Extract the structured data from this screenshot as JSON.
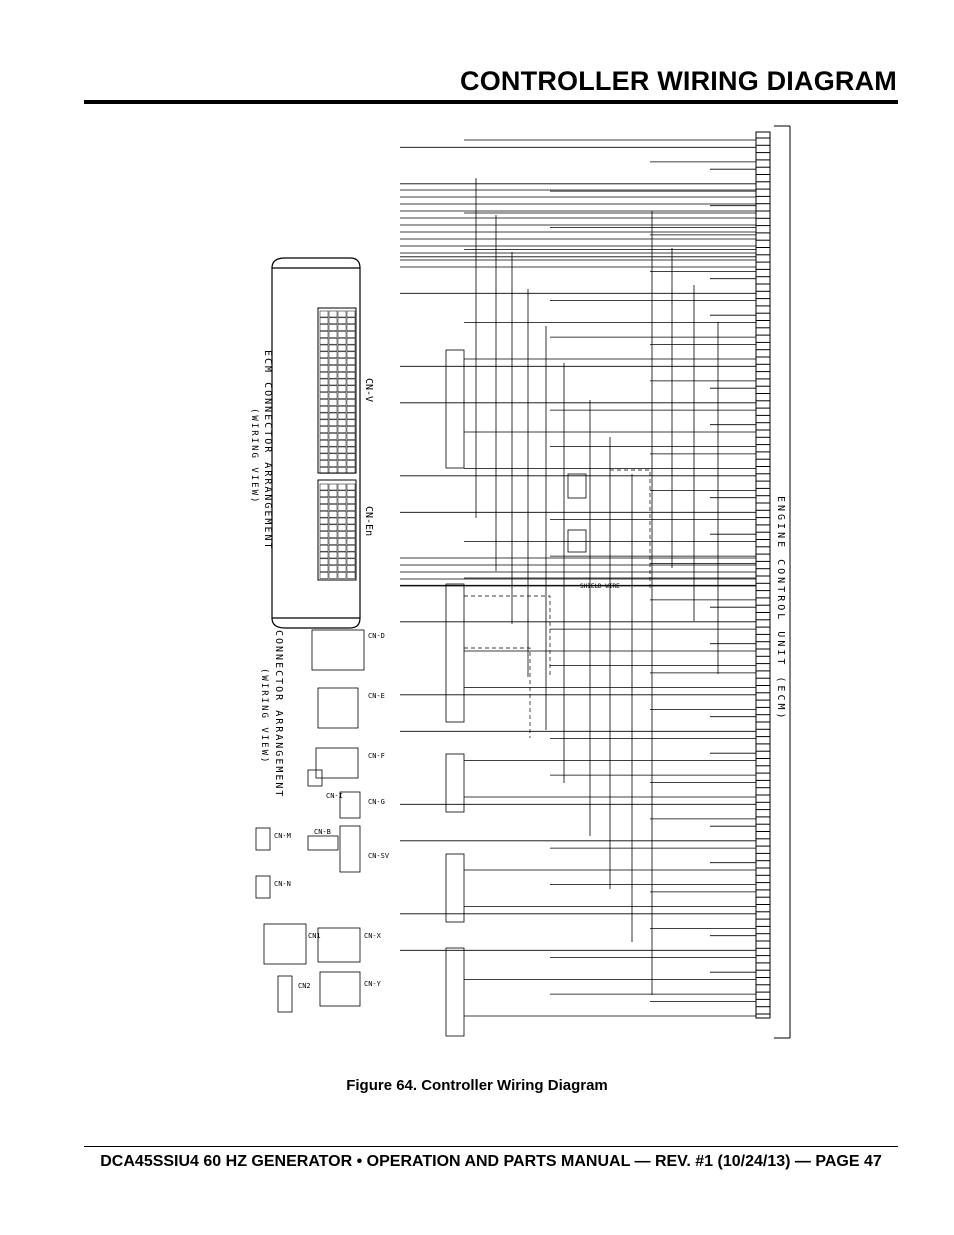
{
  "header": {
    "title": "CONTROLLER WIRING DIAGRAM"
  },
  "figure": {
    "caption": "Figure 64. Controller Wiring Diagram",
    "labels": {
      "ecm_title": "ENGINE CONTROL UNIT (ECM)",
      "ecm_connector_arrangement": "ECM CONNECTOR ARRANGEMENT",
      "wiring_view": "(WIRING VIEW)",
      "connector_arrangement": "CONNECTOR ARRANGEMENT",
      "wiring_view_2": "(WIRING VIEW)",
      "cn_v": "CN-V",
      "cn_en": "CN-En",
      "shield_wire": "SHIELD WIRE",
      "cn_d": "CN-D",
      "cn_e": "CN-E",
      "cn_f": "CN-F",
      "cn_g": "CN-G",
      "cn_i": "CN-I",
      "cn_sv": "CN-SV",
      "cn_b": "CN-B",
      "cn_m": "CN-M",
      "cn_n": "CN-N",
      "cn1": "CN1",
      "cn2": "CN2",
      "cn_x": "CN-X",
      "cn_y": "CN-Y"
    }
  },
  "footer": {
    "text": "DCA45SSIU4 60 HZ GENERATOR • OPERATION AND PARTS MANUAL — REV. #1 (10/24/13) — PAGE 47"
  }
}
